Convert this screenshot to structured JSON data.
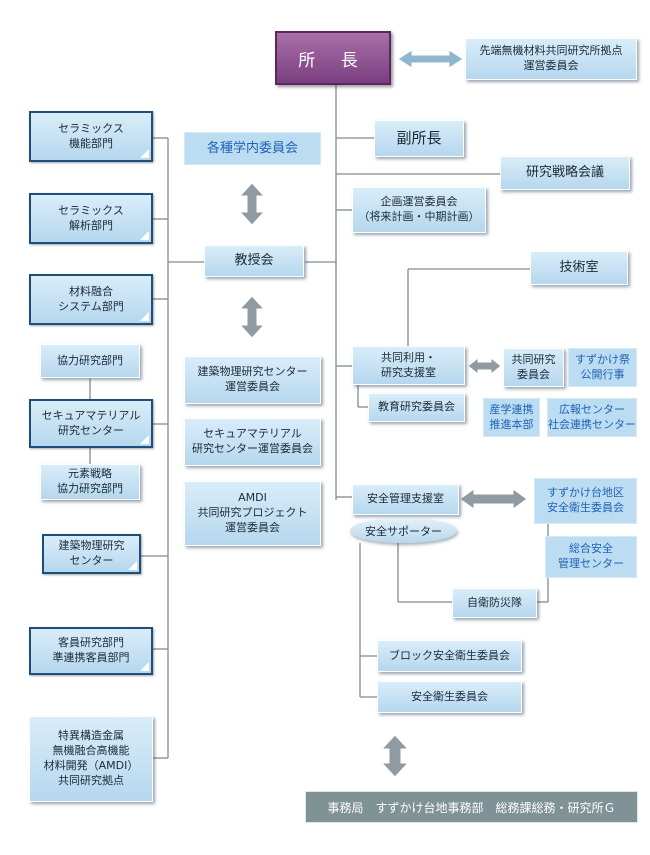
{
  "colors": {
    "director": "#7b3f80",
    "box": "#c6e2f4",
    "line": "#7f8a95",
    "arrow": "#8f9aa3",
    "footer": "#7f9296",
    "accent_text": "#1f63b6"
  },
  "director": "所 長",
  "advanced_committee": "先端無機材料共同研究所拠点\n運営委員会",
  "vice_director": "副所長",
  "strategy_meeting": "研究戦略会議",
  "planning_committee": "企画運営委員会\n（将来計画・中期計画）",
  "tech_office": "技術室",
  "university_committees": "各種学内委員会",
  "faculty_council": "教授会",
  "departments": {
    "ceramics_function": "セラミックス\n機能部門",
    "ceramics_analysis": "セラミックス\n解析部門",
    "materials_fusion": "材料融合\nシステム部門",
    "cooperative": "協力研究部門",
    "secure_material_center": "セキュアマテリアル\n研究センター",
    "element_strategy": "元素戦略\n協力研究部門",
    "building_physics_center": "建築物理研究\nセンター",
    "visiting": "客員研究部門\n準連携客員部門",
    "amdi": "特異構造金属\n無機融合高機能\n材料開発（AMDI）\n共同研究拠点"
  },
  "committees": {
    "building_physics": "建築物理研究センター\n運営委員会",
    "secure_material": "セキュアマテリアル\n研究センター運営委員会",
    "amdi": "AMDI\n共同研究プロジェクト\n運営委員会"
  },
  "support": {
    "joint_use": "共同利用・\n研究支援室",
    "joint_committee": "共同研究\n委員会",
    "suzukake_festival": "すずかけ祭\n公開行事",
    "education_committee": "教育研究委員会",
    "industry": "産学連携\n推進本部",
    "pr_center": "広報センター\n社会連携センター"
  },
  "safety": {
    "office": "安全管理支援室",
    "supporters": "安全サポーター",
    "area_committee": "すずかけ台地区\n安全衛生委員会",
    "general_center": "総合安全\n管理センター",
    "fire_team": "自衛防災隊",
    "block_committee": "ブロック安全衛生委員会",
    "health_committee": "安全衛生委員会"
  },
  "footer": "事務局　すずかけ台地事務部　総務課総務・研究所Ｇ",
  "icons": [
    "double-arrow-icon",
    "vertical-double-arrow-icon",
    "corner-triangle-icon"
  ]
}
